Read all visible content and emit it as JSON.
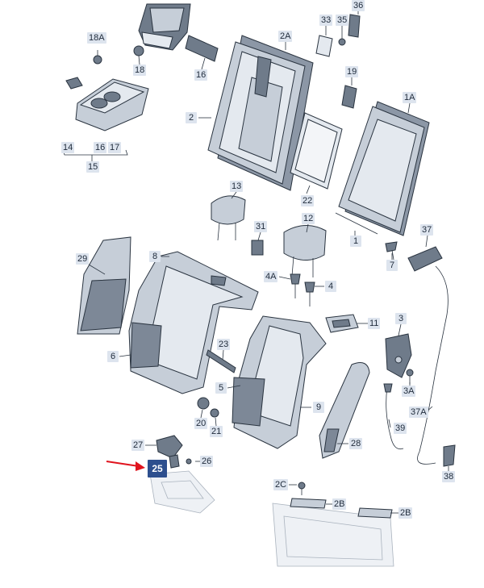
{
  "diagram": {
    "highlight_color": "#2d4f8e",
    "arrow_color": "#e0141e",
    "callout_color": "#dde4ee",
    "callouts": [
      {
        "id": "36",
        "label": "36"
      },
      {
        "id": "33",
        "label": "33"
      },
      {
        "id": "35",
        "label": "35"
      },
      {
        "id": "18A",
        "label": "18A"
      },
      {
        "id": "2A",
        "label": "2A"
      },
      {
        "id": "18",
        "label": "18"
      },
      {
        "id": "16a",
        "label": "16"
      },
      {
        "id": "19",
        "label": "19"
      },
      {
        "id": "1A",
        "label": "1A"
      },
      {
        "id": "2",
        "label": "2"
      },
      {
        "id": "14",
        "label": "14"
      },
      {
        "id": "16b",
        "label": "16"
      },
      {
        "id": "17",
        "label": "17"
      },
      {
        "id": "15",
        "label": "15"
      },
      {
        "id": "22",
        "label": "22"
      },
      {
        "id": "13",
        "label": "13"
      },
      {
        "id": "12",
        "label": "12"
      },
      {
        "id": "31",
        "label": "31"
      },
      {
        "id": "37",
        "label": "37"
      },
      {
        "id": "1",
        "label": "1"
      },
      {
        "id": "29",
        "label": "29"
      },
      {
        "id": "8",
        "label": "8"
      },
      {
        "id": "7",
        "label": "7"
      },
      {
        "id": "4A",
        "label": "4A"
      },
      {
        "id": "4",
        "label": "4"
      },
      {
        "id": "11",
        "label": "11"
      },
      {
        "id": "3",
        "label": "3"
      },
      {
        "id": "23",
        "label": "23"
      },
      {
        "id": "6",
        "label": "6"
      },
      {
        "id": "3A",
        "label": "3A"
      },
      {
        "id": "5",
        "label": "5"
      },
      {
        "id": "9",
        "label": "9"
      },
      {
        "id": "37A",
        "label": "37A"
      },
      {
        "id": "20",
        "label": "20"
      },
      {
        "id": "21",
        "label": "21"
      },
      {
        "id": "39",
        "label": "39"
      },
      {
        "id": "27",
        "label": "27"
      },
      {
        "id": "28",
        "label": "28"
      },
      {
        "id": "25",
        "label": "25",
        "highlighted": true
      },
      {
        "id": "26",
        "label": "26"
      },
      {
        "id": "38",
        "label": "38"
      },
      {
        "id": "2C",
        "label": "2C"
      },
      {
        "id": "2Ba",
        "label": "2B"
      },
      {
        "id": "2Bb",
        "label": "2B"
      }
    ]
  }
}
